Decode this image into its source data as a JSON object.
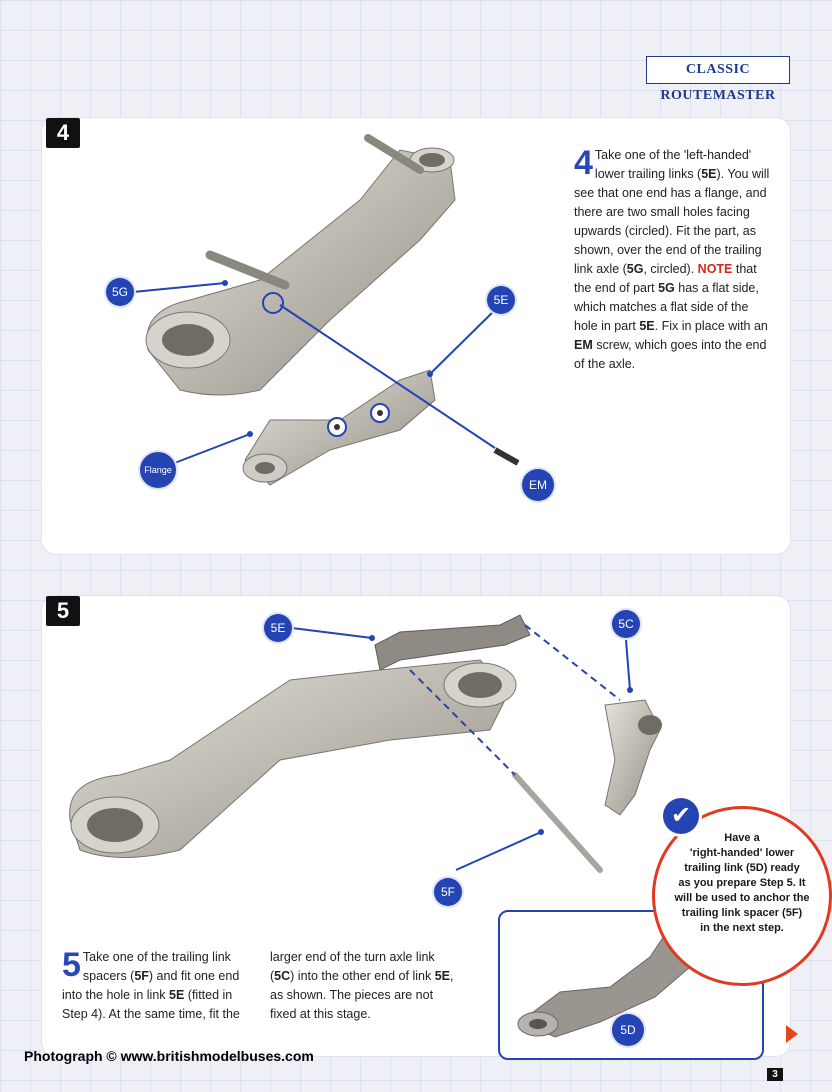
{
  "header": {
    "title": "CLASSIC ROUTEMASTER"
  },
  "step4": {
    "number": "4",
    "text_parts": [
      "Take one of the 'left-handed' lower trailing links (",
      "5E",
      "). You will see that one end has a flange, and there are two small holes facing upwards (circled). Fit the part, as shown, over the end of the trailing link axle (",
      "5G",
      ", circled). ",
      "NOTE",
      " that the end of part ",
      "5G",
      " has a flat side, which matches a flat side of the hole in part ",
      "5E",
      ". Fix in place with an ",
      "EM",
      " screw, which goes into the end of the axle."
    ],
    "labels": {
      "part_5g": "5G",
      "part_5e": "5E",
      "flange": "Flange",
      "screw_em": "EM"
    }
  },
  "step5": {
    "number": "5",
    "text_col1_parts": [
      "Take one of the trailing link spacers (",
      "5F",
      ") and fit one end into the hole in link ",
      "5E",
      " (fitted in Step 4). At the same time, fit the"
    ],
    "text_col2_parts": [
      "larger end of the turn axle link (",
      "5C",
      ") into the other end of link ",
      "5E",
      ", as shown. The pieces are not fixed at this stage."
    ],
    "labels": {
      "part_5e": "5E",
      "part_5c": "5C",
      "part_5f": "5F",
      "part_5d": "5D"
    }
  },
  "note": {
    "line1": "Have a",
    "line2": "'right-handed' lower",
    "line3": "trailing link (5D) ready",
    "line4": "as you prepare Step 5. It",
    "line5": "will be used to anchor the",
    "line6": "trailing link spacer (5F)",
    "line7": "in the next step."
  },
  "footer": {
    "credit": "Photograph © www.britishmodelbuses.com",
    "page_number": "3"
  },
  "colors": {
    "accent_blue": "#2444b4",
    "note_red": "#e03a20",
    "highlight_red": "#d9261c"
  }
}
